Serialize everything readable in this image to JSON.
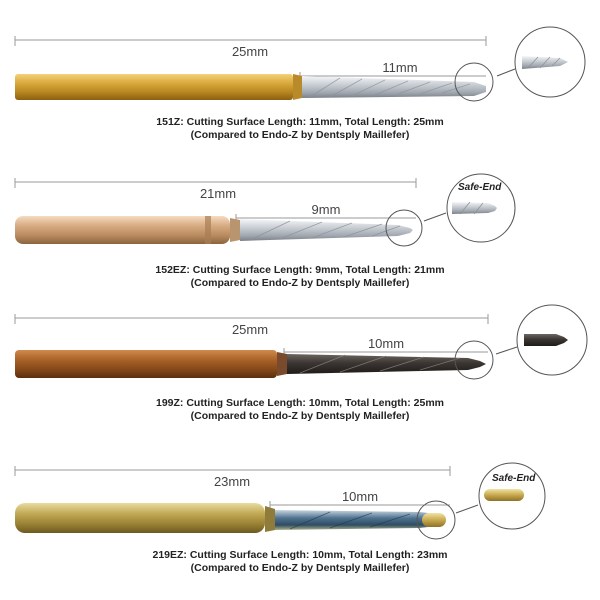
{
  "colors": {
    "dimension_line": "#9a9a9a",
    "gold_shank": "#c9982b",
    "copper_shank": "#9c5a22",
    "brass_shank": "#b49a4a",
    "steel_flutes": "#c8ccd2",
    "dark_flutes": "#3b3633",
    "blue_flutes": "#3c5f7a"
  },
  "burs": [
    {
      "total_length": "25mm",
      "cutting_length": "11mm",
      "safe_end_label": "",
      "caption_line1": "151Z: Cutting Surface Length: 11mm, Total Length: 25mm",
      "caption_line2": "(Compared to Endo-Z by Dentsply Maillefer)"
    },
    {
      "total_length": "21mm",
      "cutting_length": "9mm",
      "safe_end_label": "Safe-End",
      "caption_line1": "152EZ: Cutting Surface Length: 9mm, Total Length: 21mm",
      "caption_line2": "(Compared to Endo-Z by Dentsply Maillefer)"
    },
    {
      "total_length": "25mm",
      "cutting_length": "10mm",
      "safe_end_label": "",
      "caption_line1": "199Z: Cutting Surface Length: 10mm, Total Length: 25mm",
      "caption_line2": "(Compared to Endo-Z by Dentsply Maillefer)"
    },
    {
      "total_length": "23mm",
      "cutting_length": "10mm",
      "safe_end_label": "Safe-End",
      "caption_line1": "219EZ: Cutting Surface Length: 10mm, Total Length: 23mm",
      "caption_line2": "(Compared to Endo-Z by Dentsply Maillefer)"
    }
  ]
}
